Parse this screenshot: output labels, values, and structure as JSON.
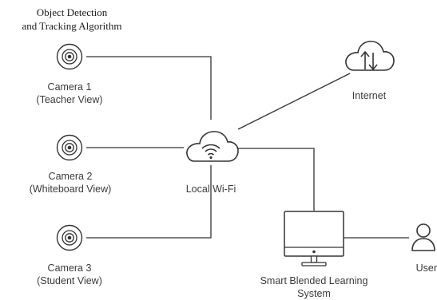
{
  "title": {
    "line1": "Object Detection",
    "line2": "and Tracking Algorithm"
  },
  "nodes": {
    "camera1": {
      "line1": "Camera 1",
      "line2": "(Teacher View)",
      "icon": "camera-icon"
    },
    "camera2": {
      "line1": "Camera 2",
      "line2": "(Whiteboard View)",
      "icon": "camera-icon"
    },
    "camera3": {
      "line1": "Camera 3",
      "line2": "(Student View)",
      "icon": "camera-icon"
    },
    "wifi": {
      "label": "Local Wi-Fi",
      "icon": "wifi-cloud-icon"
    },
    "internet": {
      "label": "Internet",
      "icon": "cloud-transfer-icon"
    },
    "system": {
      "line1": "Smart Blended Learning",
      "line2": "System",
      "icon": "monitor-icon"
    },
    "user": {
      "label": "User",
      "icon": "user-icon"
    }
  },
  "edges": [
    {
      "from": "camera1",
      "to": "wifi"
    },
    {
      "from": "camera2",
      "to": "wifi"
    },
    {
      "from": "camera3",
      "to": "wifi"
    },
    {
      "from": "wifi",
      "to": "internet"
    },
    {
      "from": "wifi",
      "to": "system"
    },
    {
      "from": "system",
      "to": "user"
    }
  ],
  "colors": {
    "stroke": "#333333",
    "text": "#3a3a3a",
    "background": "#ffffff"
  }
}
